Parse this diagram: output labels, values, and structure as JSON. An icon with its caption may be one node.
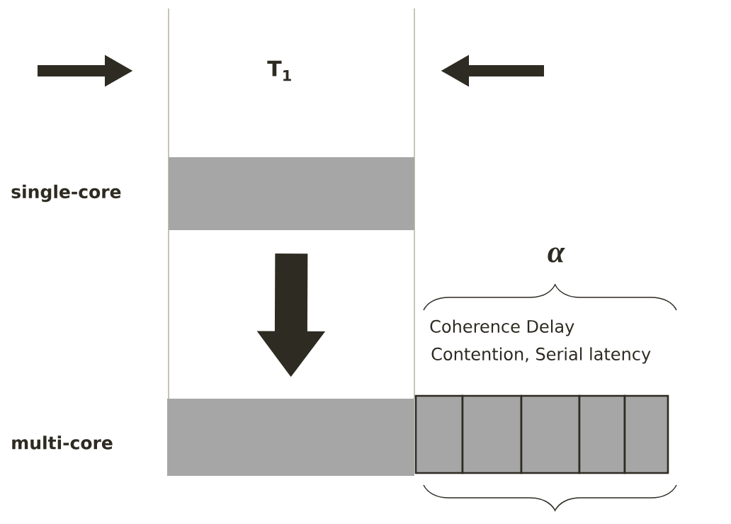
{
  "diagram": {
    "nodes": [
      {
        "text": [],
        "shape": "bar"
      },
      {
        "text": [],
        "shape": "bar"
      },
      {
        "text": [],
        "shape": "box"
      },
      {
        "text": [],
        "shape": "box"
      },
      {
        "text": [],
        "shape": "box"
      },
      {
        "text": [],
        "shape": "box"
      },
      {
        "text": [],
        "shape": "box"
      }
    ],
    "edges": [
      {
        "from": 0,
        "to": 1,
        "arrow": "to"
      }
    ],
    "labels": [
      "T$_{1}$",
      "single-core",
      "α",
      "Coherence Delay",
      "Contention, Serial latency",
      "multi-core"
    ]
  }
}
